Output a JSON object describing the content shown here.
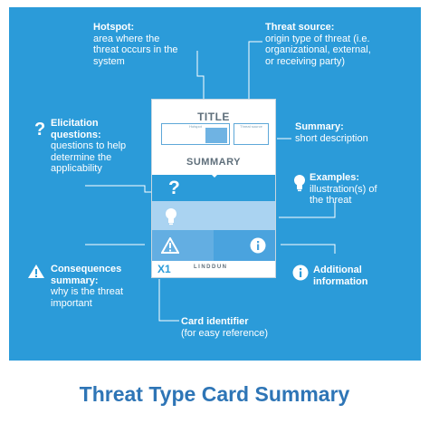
{
  "annotations": {
    "hotspot": {
      "title": "Hotspot:",
      "desc": "area where the threat occurs in the system"
    },
    "threat_source": {
      "title": "Threat source:",
      "desc": "origin type of threat (i.e. organizational, external, or receiving party)"
    },
    "summary": {
      "title": "Summary:",
      "desc": "short description"
    },
    "elicitation": {
      "title": "Elicitation questions:",
      "desc": "questions to help determine the applicability"
    },
    "examples": {
      "title": "Examples:",
      "desc": "illustration(s) of the threat"
    },
    "consequences": {
      "title": "Consequences summary:",
      "desc": "why is the threat important"
    },
    "additional": {
      "title": "Additional",
      "desc": "information"
    },
    "card_identifier": {
      "title": "Card identifier",
      "desc": "(for easy reference)"
    }
  },
  "card": {
    "title": "TITLE",
    "hotspot_label": "Hotspot",
    "threat_source_label": "Threat source",
    "summary": "SUMMARY",
    "id": "X1",
    "brand": "LINDDUN"
  },
  "icons": {
    "question": "question-mark-icon",
    "lightbulb": "lightbulb-icon",
    "warning": "warning-triangle-icon",
    "info": "info-icon"
  },
  "colors": {
    "background": "#2b9bd9",
    "caption": "#2e75b6",
    "card_band_light": "#aad3f1"
  },
  "caption": "Threat Type Card Summary"
}
